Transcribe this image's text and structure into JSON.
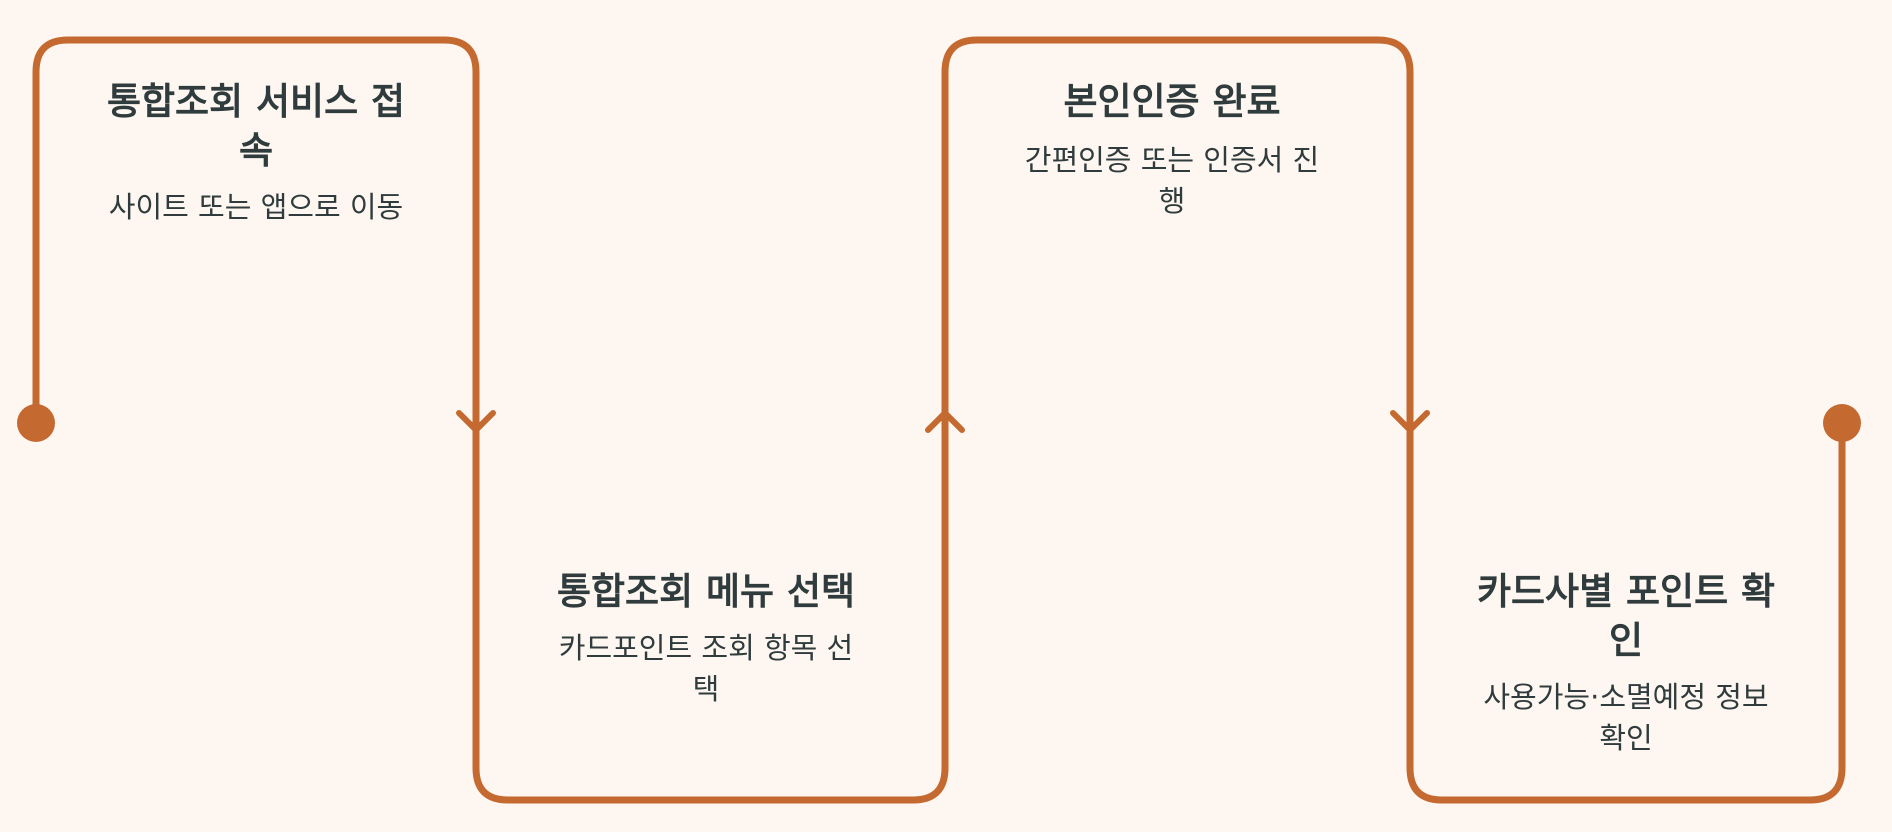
{
  "steps": [
    {
      "title": "통합조회 서비스 접속",
      "desc": "사이트 또는 앱으로 이동"
    },
    {
      "title": "통합조회 메뉴 선택",
      "desc": "카드포인트 조회 항목 선택"
    },
    {
      "title": "본인인증 완료",
      "desc": "간편인증 또는 인증서 진행"
    },
    {
      "title": "카드사별 포인트 확인",
      "desc": "사용가능·소멸예정 정보 확인"
    }
  ],
  "colors": {
    "line": "#C4692F",
    "background": "#FEF7F1",
    "text": "#2F3B3C"
  }
}
